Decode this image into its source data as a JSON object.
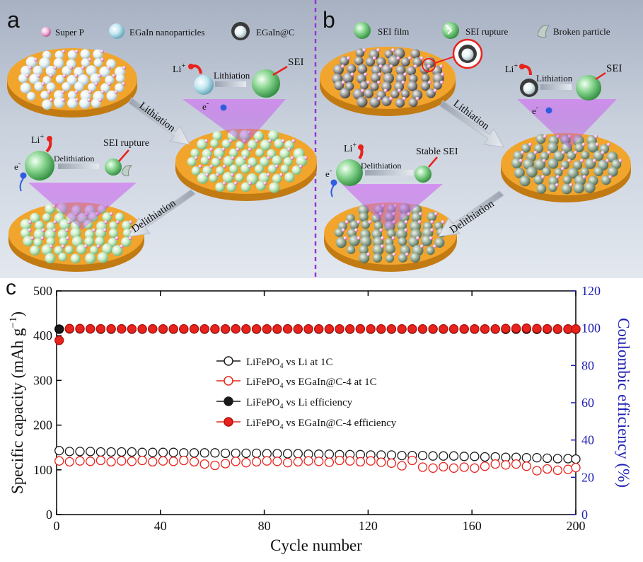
{
  "panel_a": {
    "letter": "a",
    "legend": [
      "Super P",
      "EGaIn nanoparticles",
      "EGaIn@C"
    ],
    "labels": {
      "li_ion": "Li",
      "li_sup": "+",
      "electron": "e",
      "electron_sup": "-",
      "lithiation_small": "Lithiation",
      "sei": "SEI",
      "lithiation_arrow": "Lithiation",
      "delithiation_small": "Delithiation",
      "sei_rupture": "SEI rupture",
      "delithiation_arrow": "Delithiation"
    }
  },
  "panel_b": {
    "letter": "b",
    "legend": [
      "SEI film",
      "SEI rupture",
      "Broken particle"
    ],
    "labels": {
      "li_ion": "Li",
      "li_sup": "+",
      "electron": "e",
      "electron_sup": "-",
      "lithiation_small": "Lithiation",
      "sei": "SEI",
      "lithiation_arrow": "Lithiation",
      "delithiation_small": "Delithiation",
      "stable_sei": "Stable SEI",
      "delithiation_arrow": "Delithiation"
    }
  },
  "panel_c": {
    "letter": "c"
  },
  "chart_data": {
    "type": "scatter",
    "xlabel": "Cycle number",
    "ylabel_left": "Specific capacity (mAh g",
    "ylabel_left_sup": "−1",
    "ylabel_left_end": ")",
    "ylabel_right": "Coulombic efficiency (%)",
    "xlim": [
      0,
      200
    ],
    "ylim_left": [
      0,
      500
    ],
    "ylim_right": [
      0,
      120
    ],
    "x_ticks": [
      0,
      40,
      80,
      120,
      160,
      200
    ],
    "y_left_ticks": [
      0,
      100,
      200,
      300,
      400,
      500
    ],
    "y_right_ticks": [
      0,
      20,
      40,
      60,
      80,
      100,
      120
    ],
    "legend_placement": "center-left",
    "legend": [
      {
        "pre": "LiFePO",
        "sub": "4",
        "post": " vs Li at 1C"
      },
      {
        "pre": "LiFePO",
        "sub": "4",
        "post": " vs EGaIn@C-4 at 1C"
      },
      {
        "pre": "LiFePO",
        "sub": "4",
        "post": " vs Li efficiency"
      },
      {
        "pre": "LiFePO",
        "sub": "4",
        "post": " vs EGaIn@C-4 efficiency"
      }
    ],
    "series": [
      {
        "name": "LiFePO4 vs Li at 1C",
        "axis": "left",
        "style": "open",
        "color": "#1a1a1a",
        "x": [
          1,
          5,
          9,
          13,
          17,
          21,
          25,
          29,
          33,
          37,
          41,
          45,
          49,
          53,
          57,
          61,
          65,
          69,
          73,
          77,
          81,
          85,
          89,
          93,
          97,
          101,
          105,
          109,
          113,
          117,
          121,
          125,
          129,
          133,
          137,
          141,
          145,
          149,
          153,
          157,
          161,
          165,
          169,
          173,
          177,
          181,
          185,
          189,
          193,
          197,
          200
        ],
        "y": [
          143,
          141,
          141,
          141,
          140,
          140,
          140,
          140,
          139,
          139,
          139,
          139,
          138,
          138,
          138,
          138,
          137,
          137,
          137,
          137,
          136,
          136,
          136,
          136,
          135,
          135,
          135,
          134,
          134,
          134,
          133,
          133,
          133,
          132,
          132,
          132,
          131,
          131,
          131,
          130,
          130,
          129,
          129,
          128,
          128,
          127,
          127,
          126,
          125,
          125,
          124
        ]
      },
      {
        "name": "LiFePO4 vs EGaIn@C-4 at 1C",
        "axis": "left",
        "style": "open",
        "color": "#e8231d",
        "x": [
          1,
          5,
          9,
          13,
          17,
          21,
          25,
          29,
          33,
          37,
          41,
          45,
          49,
          53,
          57,
          61,
          65,
          69,
          73,
          77,
          81,
          85,
          89,
          93,
          97,
          101,
          105,
          109,
          113,
          117,
          121,
          125,
          129,
          133,
          137,
          141,
          145,
          149,
          153,
          157,
          161,
          165,
          169,
          173,
          177,
          181,
          185,
          189,
          193,
          197,
          200
        ],
        "y": [
          120,
          118,
          120,
          119,
          121,
          118,
          120,
          119,
          121,
          118,
          120,
          119,
          121,
          118,
          113,
          110,
          114,
          119,
          116,
          118,
          120,
          119,
          116,
          118,
          120,
          119,
          117,
          121,
          120,
          118,
          120,
          117,
          115,
          109,
          121,
          106,
          104,
          107,
          104,
          106,
          104,
          108,
          113,
          111,
          113,
          108,
          98,
          102,
          99,
          101,
          105
        ]
      },
      {
        "name": "LiFePO4 vs Li efficiency",
        "axis": "right",
        "style": "filled",
        "color": "#1a1a1a",
        "x": [
          1,
          5,
          9,
          13,
          17,
          21,
          25,
          29,
          33,
          37,
          41,
          45,
          49,
          53,
          57,
          61,
          65,
          69,
          73,
          77,
          81,
          85,
          89,
          93,
          97,
          101,
          105,
          109,
          113,
          117,
          121,
          125,
          129,
          133,
          137,
          141,
          145,
          149,
          153,
          157,
          161,
          165,
          169,
          173,
          177,
          181,
          185,
          189,
          193,
          197,
          200
        ],
        "y": [
          99.5,
          99.6,
          99.6,
          99.6,
          99.5,
          99.5,
          99.6,
          99.5,
          99.5,
          99.6,
          99.5,
          99.5,
          99.5,
          99.6,
          99.5,
          99.5,
          99.5,
          99.6,
          99.5,
          99.5,
          99.5,
          99.5,
          99.6,
          99.5,
          99.5,
          99.5,
          99.5,
          99.5,
          99.5,
          99.6,
          99.5,
          99.5,
          99.5,
          99.5,
          99.5,
          99.5,
          99.5,
          99.5,
          99.5,
          99.5,
          99.5,
          99.5,
          99.5,
          99.4,
          99.5,
          99.5,
          99.4,
          99.4,
          99.4,
          99.4,
          99.4
        ]
      },
      {
        "name": "LiFePO4 vs EGaIn@C-4 efficiency",
        "axis": "right",
        "style": "filled",
        "color": "#e8231d",
        "x": [
          1,
          5,
          9,
          13,
          17,
          21,
          25,
          29,
          33,
          37,
          41,
          45,
          49,
          53,
          57,
          61,
          65,
          69,
          73,
          77,
          81,
          85,
          89,
          93,
          97,
          101,
          105,
          109,
          113,
          117,
          121,
          125,
          129,
          133,
          137,
          141,
          145,
          149,
          153,
          157,
          161,
          165,
          169,
          173,
          177,
          181,
          185,
          189,
          193,
          197,
          200
        ],
        "y": [
          93.5,
          99.8,
          99.8,
          99.7,
          99.7,
          99.7,
          99.6,
          99.6,
          99.6,
          99.6,
          99.6,
          99.6,
          99.6,
          99.6,
          99.6,
          99.6,
          99.6,
          99.6,
          99.6,
          99.6,
          99.6,
          99.6,
          99.6,
          99.6,
          99.6,
          99.6,
          99.6,
          99.6,
          99.6,
          99.6,
          99.6,
          99.6,
          99.6,
          99.6,
          99.6,
          99.6,
          99.6,
          99.6,
          99.6,
          99.6,
          99.6,
          99.6,
          99.6,
          99.8,
          99.9,
          100.0,
          99.8,
          99.7,
          99.6,
          99.6,
          99.6
        ]
      }
    ]
  },
  "colors": {
    "panel_bg_top": "#aeb7c6",
    "panel_bg_bottom": "#dfe4ec",
    "disc_top": "#f1a52c",
    "disc_side": "#c27a13",
    "divider": "#9b34d6",
    "right_axis": "#1d1fb3",
    "red": "#e8231d",
    "cone": "#c36ee8"
  }
}
